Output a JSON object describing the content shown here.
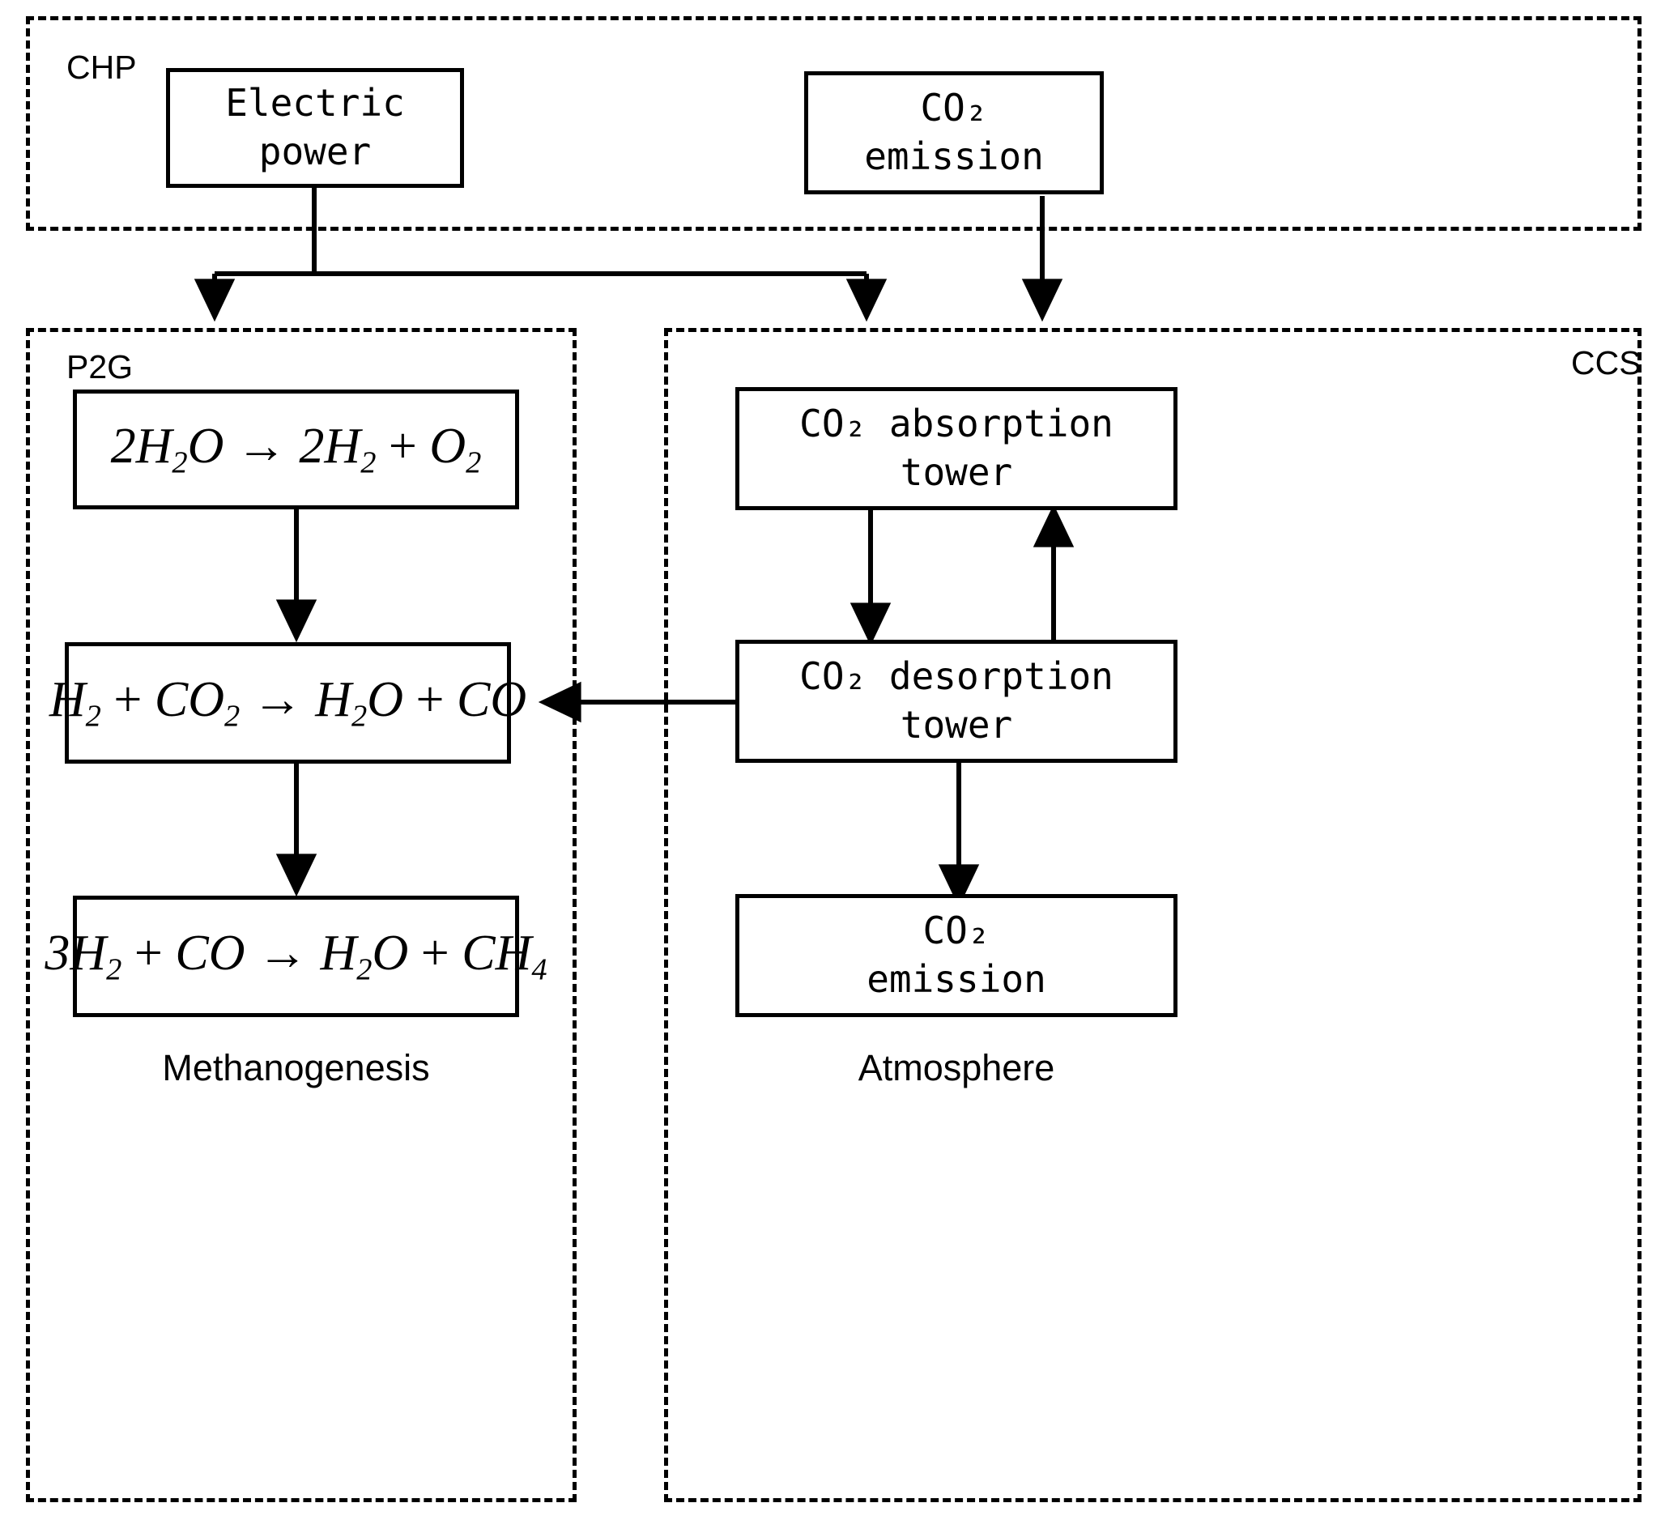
{
  "diagram": {
    "title": "Integrated CHP / P2G / CCS process flow diagram",
    "line_color": "#000000",
    "background_color": "#ffffff"
  },
  "groups": {
    "chp": {
      "label": "CHP"
    },
    "p2g": {
      "label": "P2G"
    },
    "ccs": {
      "label": "CCS"
    }
  },
  "nodes": {
    "electric_power": {
      "label": "Electric\npower"
    },
    "chp_co2_emission": {
      "label": "CO₂\nemission"
    },
    "electrolysis": {
      "lhs_coeff": "2",
      "lhs": "H",
      "lhs_sub": "2",
      "lhs_tail": "O",
      "arrow": "→",
      "rhs_coeff": "2",
      "rhs1": "H",
      "rhs1_sub": "2",
      "plus": "+",
      "rhs2": "O",
      "rhs2_sub": "2",
      "plain": "2H2O -> 2H2 + O2"
    },
    "reverse_wgs": {
      "plain": "H2 + CO2 -> H2O + CO"
    },
    "methanation": {
      "plain": "3H2 + CO -> H2O + CH4"
    },
    "absorption_tower": {
      "label": "CO₂ absorption\ntower"
    },
    "desorption_tower": {
      "label": "CO₂ desorption\ntower"
    },
    "ccs_co2_emission": {
      "label": "CO₂\nemission"
    }
  },
  "free_labels": {
    "methanogenesis": "Methanogenesis",
    "atmosphere": "Atmosphere"
  },
  "edges": [
    {
      "name": "electric-power-to-bus",
      "from": "electric_power",
      "to": "bus"
    },
    {
      "name": "bus-to-p2g",
      "from": "bus",
      "to": "p2g",
      "arrow": "down"
    },
    {
      "name": "bus-to-ccs",
      "from": "bus",
      "to": "ccs",
      "arrow": "down"
    },
    {
      "name": "chp-emission-to-ccs",
      "from": "chp_co2_emission",
      "to": "ccs",
      "arrow": "down"
    },
    {
      "name": "electrolysis-to-reverse-wgs",
      "from": "electrolysis",
      "to": "reverse_wgs",
      "arrow": "down"
    },
    {
      "name": "reverse-wgs-to-methanation",
      "from": "reverse_wgs",
      "to": "methanation",
      "arrow": "down"
    },
    {
      "name": "absorption-to-desorption",
      "from": "absorption_tower",
      "to": "desorption_tower",
      "arrow": "down"
    },
    {
      "name": "desorption-to-absorption",
      "from": "desorption_tower",
      "to": "absorption_tower",
      "arrow": "up"
    },
    {
      "name": "desorption-to-ccs-emission",
      "from": "desorption_tower",
      "to": "ccs_co2_emission",
      "arrow": "down"
    },
    {
      "name": "desorption-to-reverse-wgs",
      "from": "desorption_tower",
      "to": "reverse_wgs",
      "arrow": "left"
    }
  ]
}
